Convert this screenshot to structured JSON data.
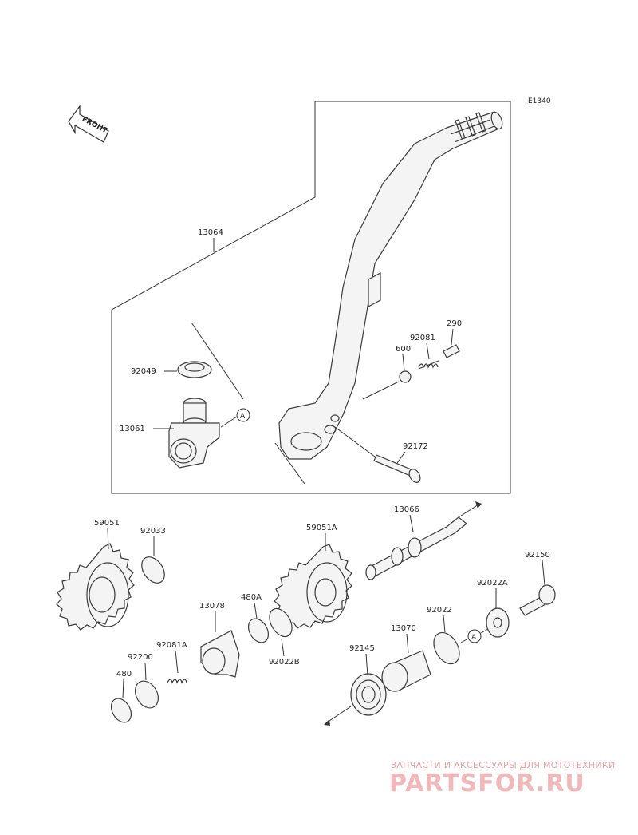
{
  "diagram_code": "E1340",
  "front_label": "FRONT",
  "ref_marker": "A",
  "parts": {
    "p13064": "13064",
    "p92049": "92049",
    "p13061": "13061",
    "p92081": "92081",
    "p290": "290",
    "p600": "600",
    "p92172": "92172",
    "p59051": "59051",
    "p92033": "92033",
    "p59051A": "59051A",
    "p13066": "13066",
    "p92150": "92150",
    "p13078": "13078",
    "p480A": "480A",
    "p92022A": "92022A",
    "p92022": "92022",
    "p92081A": "92081A",
    "p92200": "92200",
    "p92022B": "92022B",
    "p13070": "13070",
    "p92145": "92145",
    "p480": "480"
  },
  "watermark": {
    "tagline": "ЗАПЧАСТИ И АКСЕССУАРЫ ДЛЯ МОТОТЕХНИКИ",
    "logo": "PARTSFOR.RU",
    "color": "#e8a0a0"
  }
}
